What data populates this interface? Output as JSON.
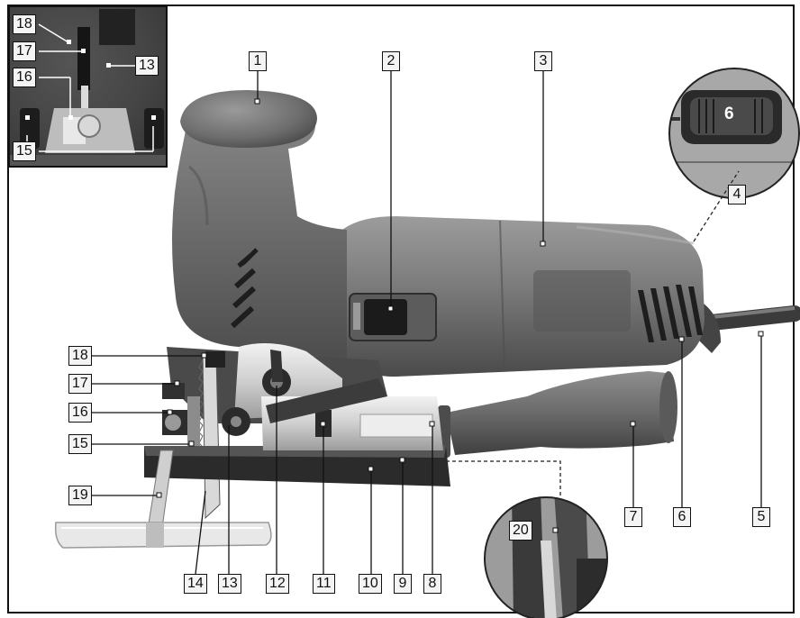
{
  "figure": {
    "title": "",
    "dial_value": "6",
    "callouts": [
      {
        "id": "c1",
        "text": "1"
      },
      {
        "id": "c2",
        "text": "2"
      },
      {
        "id": "c3",
        "text": "3"
      },
      {
        "id": "c4",
        "text": "4"
      },
      {
        "id": "c5",
        "text": "5"
      },
      {
        "id": "c6",
        "text": "6"
      },
      {
        "id": "c7",
        "text": "7"
      },
      {
        "id": "c8",
        "text": "8"
      },
      {
        "id": "c9",
        "text": "9"
      },
      {
        "id": "c10",
        "text": "10"
      },
      {
        "id": "c11",
        "text": "11"
      },
      {
        "id": "c12",
        "text": "12"
      },
      {
        "id": "c13",
        "text": "13"
      },
      {
        "id": "c14",
        "text": "14"
      },
      {
        "id": "c15",
        "text": "15"
      },
      {
        "id": "c16",
        "text": "16"
      },
      {
        "id": "c17",
        "text": "17"
      },
      {
        "id": "c18",
        "text": "18"
      },
      {
        "id": "c19",
        "text": "19"
      },
      {
        "id": "c20",
        "text": "20"
      },
      {
        "id": "i18",
        "text": "18"
      },
      {
        "id": "i17",
        "text": "17"
      },
      {
        "id": "i16",
        "text": "16"
      },
      {
        "id": "i15",
        "text": "15"
      },
      {
        "id": "i13",
        "text": "13"
      }
    ]
  }
}
